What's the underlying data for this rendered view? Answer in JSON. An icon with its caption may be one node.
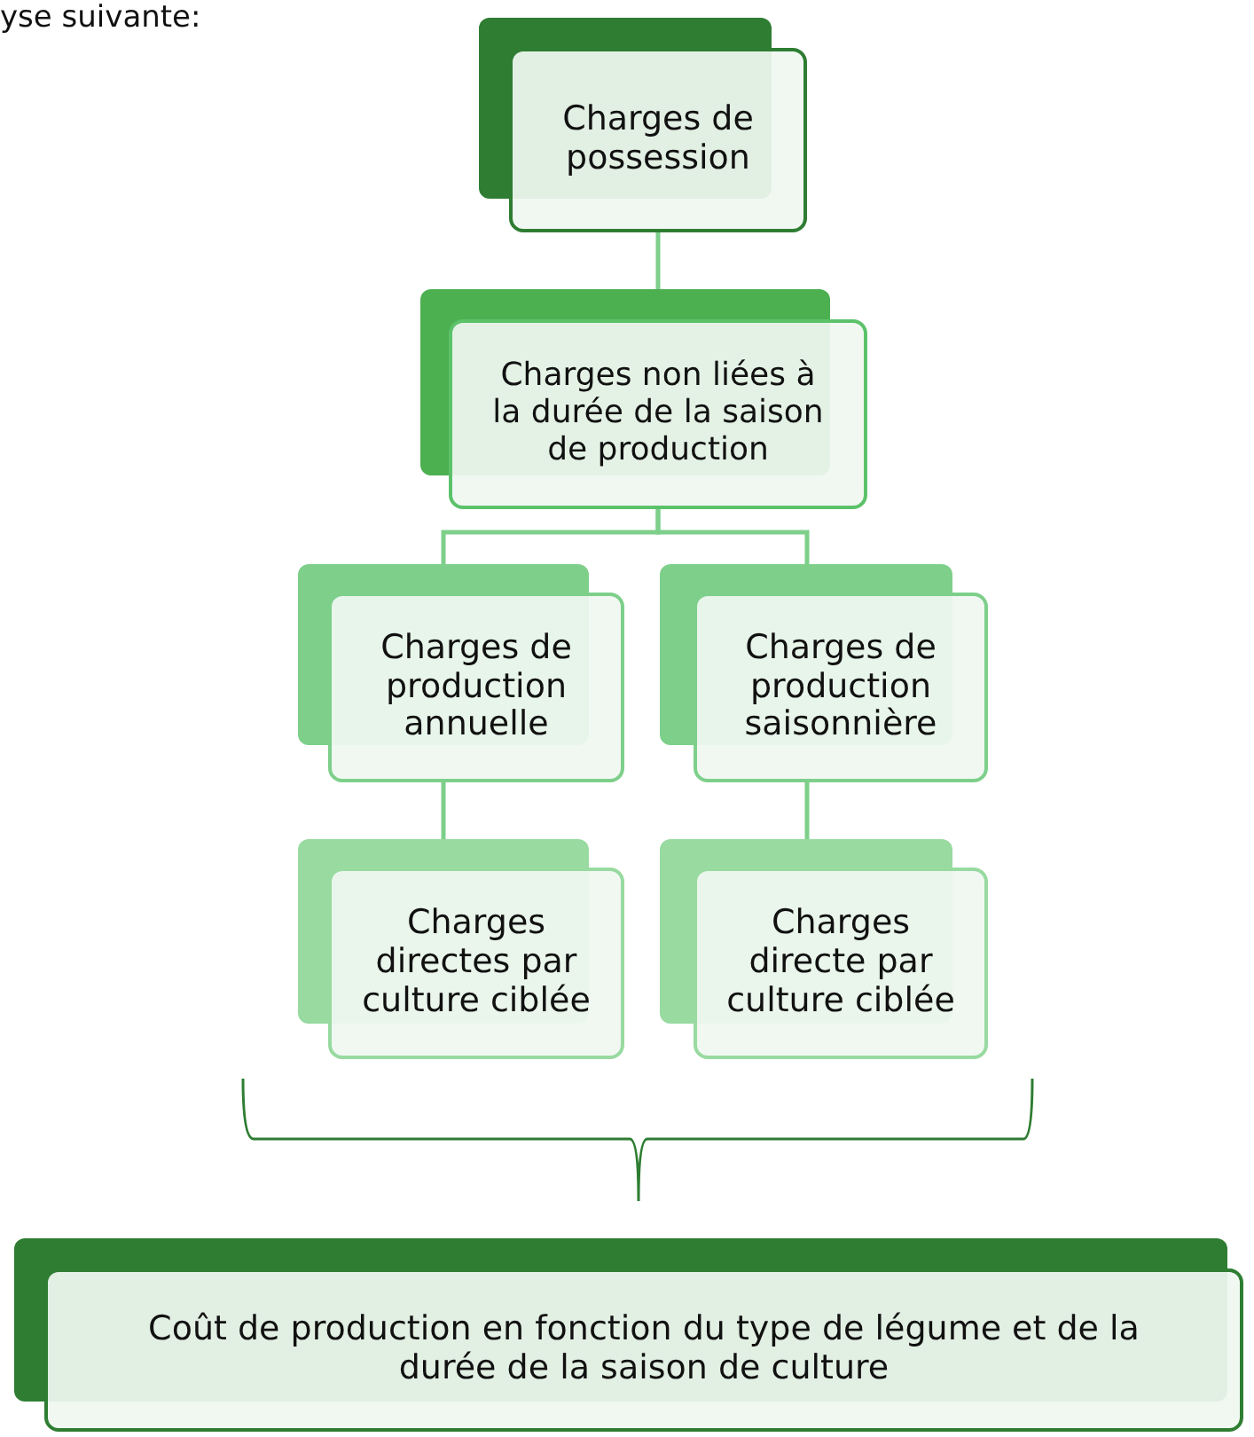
{
  "diagram": {
    "nodes": [
      {
        "text": [
          "Charges de possession"
        ]
      },
      {
        "text": [
          "Charges non liées à la durée de la saison de production"
        ]
      },
      {
        "text": [
          "Charges de production annuelle"
        ]
      },
      {
        "text": [
          "Charges de production saisonnière"
        ]
      },
      {
        "text": [
          "Charges directes par culture ciblée"
        ]
      },
      {
        "text": [
          "Charges directe par culture ciblée"
        ]
      },
      {
        "text": [
          "Coût de production en fonction du type de légume et de la durée de la saison de culture"
        ]
      }
    ],
    "edges": [
      {
        "from": 0,
        "to": 1,
        "arrow": "none"
      },
      {
        "from": 1,
        "to": 2,
        "arrow": "none"
      },
      {
        "from": 1,
        "to": 3,
        "arrow": "none"
      },
      {
        "from": 2,
        "to": 4,
        "arrow": "none"
      },
      {
        "from": 3,
        "to": 5,
        "arrow": "none"
      }
    ],
    "labels": [
      "yse suivante:"
    ]
  }
}
